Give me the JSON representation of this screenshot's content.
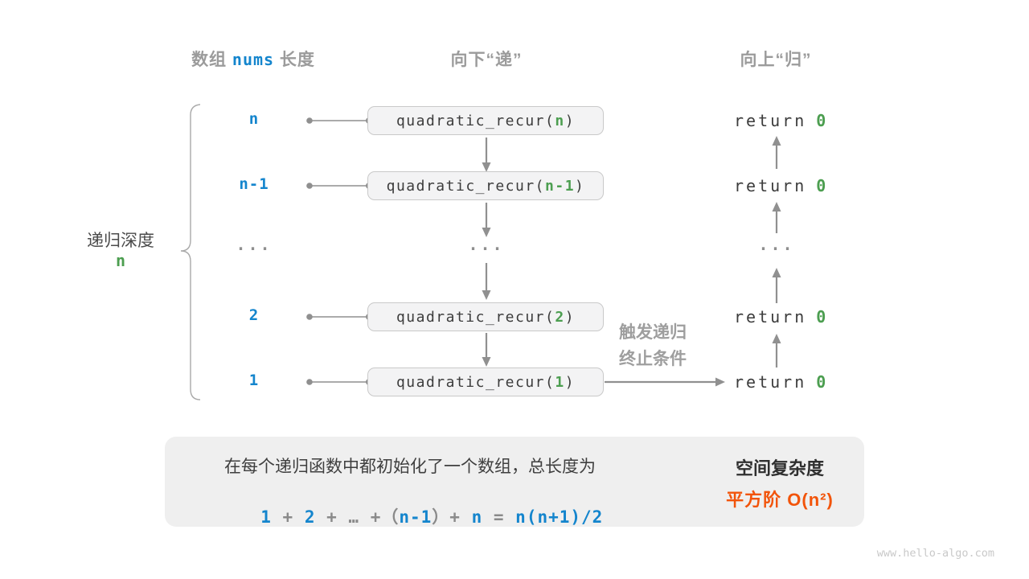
{
  "colors": {
    "accent_blue": "#1485cd",
    "accent_green": "#4c9e50",
    "accent_orange": "#f2540a",
    "header_gray": "#9b9b9b",
    "code_dark": "#3c3c3c",
    "box_fill": "#f3f3f4",
    "box_border": "#c9c9c9",
    "panel_fill": "#efefef",
    "arrow_gray": "#909090"
  },
  "headers": {
    "left": {
      "prefix": "数组 ",
      "code": "nums",
      "suffix": " 长度"
    },
    "down": "向下“递”",
    "up": "向上“归”"
  },
  "depth_brace": {
    "label": "递归深度",
    "value": "n"
  },
  "rows": [
    {
      "depth": "n",
      "call": {
        "name": "quadratic_recur(",
        "arg": "n",
        "close": ")"
      },
      "ret": {
        "keyword": "return",
        "value": "0"
      }
    },
    {
      "depth": "n-1",
      "call": {
        "name": "quadratic_recur(",
        "arg": "n-1",
        "close": ")"
      },
      "ret": {
        "keyword": "return",
        "value": "0"
      }
    },
    {
      "ellipsis": "..."
    },
    {
      "depth": "2",
      "call": {
        "name": "quadratic_recur(",
        "arg": "2",
        "close": ")"
      },
      "ret": {
        "keyword": "return",
        "value": "0"
      }
    },
    {
      "depth": "1",
      "call": {
        "name": "quadratic_recur(",
        "arg": "1",
        "close": ")"
      },
      "ret": {
        "keyword": "return",
        "value": "0"
      }
    }
  ],
  "trigger": {
    "line1": "触发递归",
    "line2": "终止条件"
  },
  "summary": {
    "sentence": "在每个递归函数中都初始化了一个数组，总长度为",
    "formula": [
      {
        "t": "1"
      },
      {
        "t": " + "
      },
      {
        "t": "2"
      },
      {
        "t": " + … +（"
      },
      {
        "t": "n-1"
      },
      {
        "t": "）+ "
      },
      {
        "t": "n"
      },
      {
        "t": " = "
      },
      {
        "t": "n(n+1)/2"
      }
    ],
    "complexity": {
      "title": "空间复杂度",
      "value": "平方阶 O(n²)"
    }
  },
  "watermark": "www.hello-algo.com"
}
